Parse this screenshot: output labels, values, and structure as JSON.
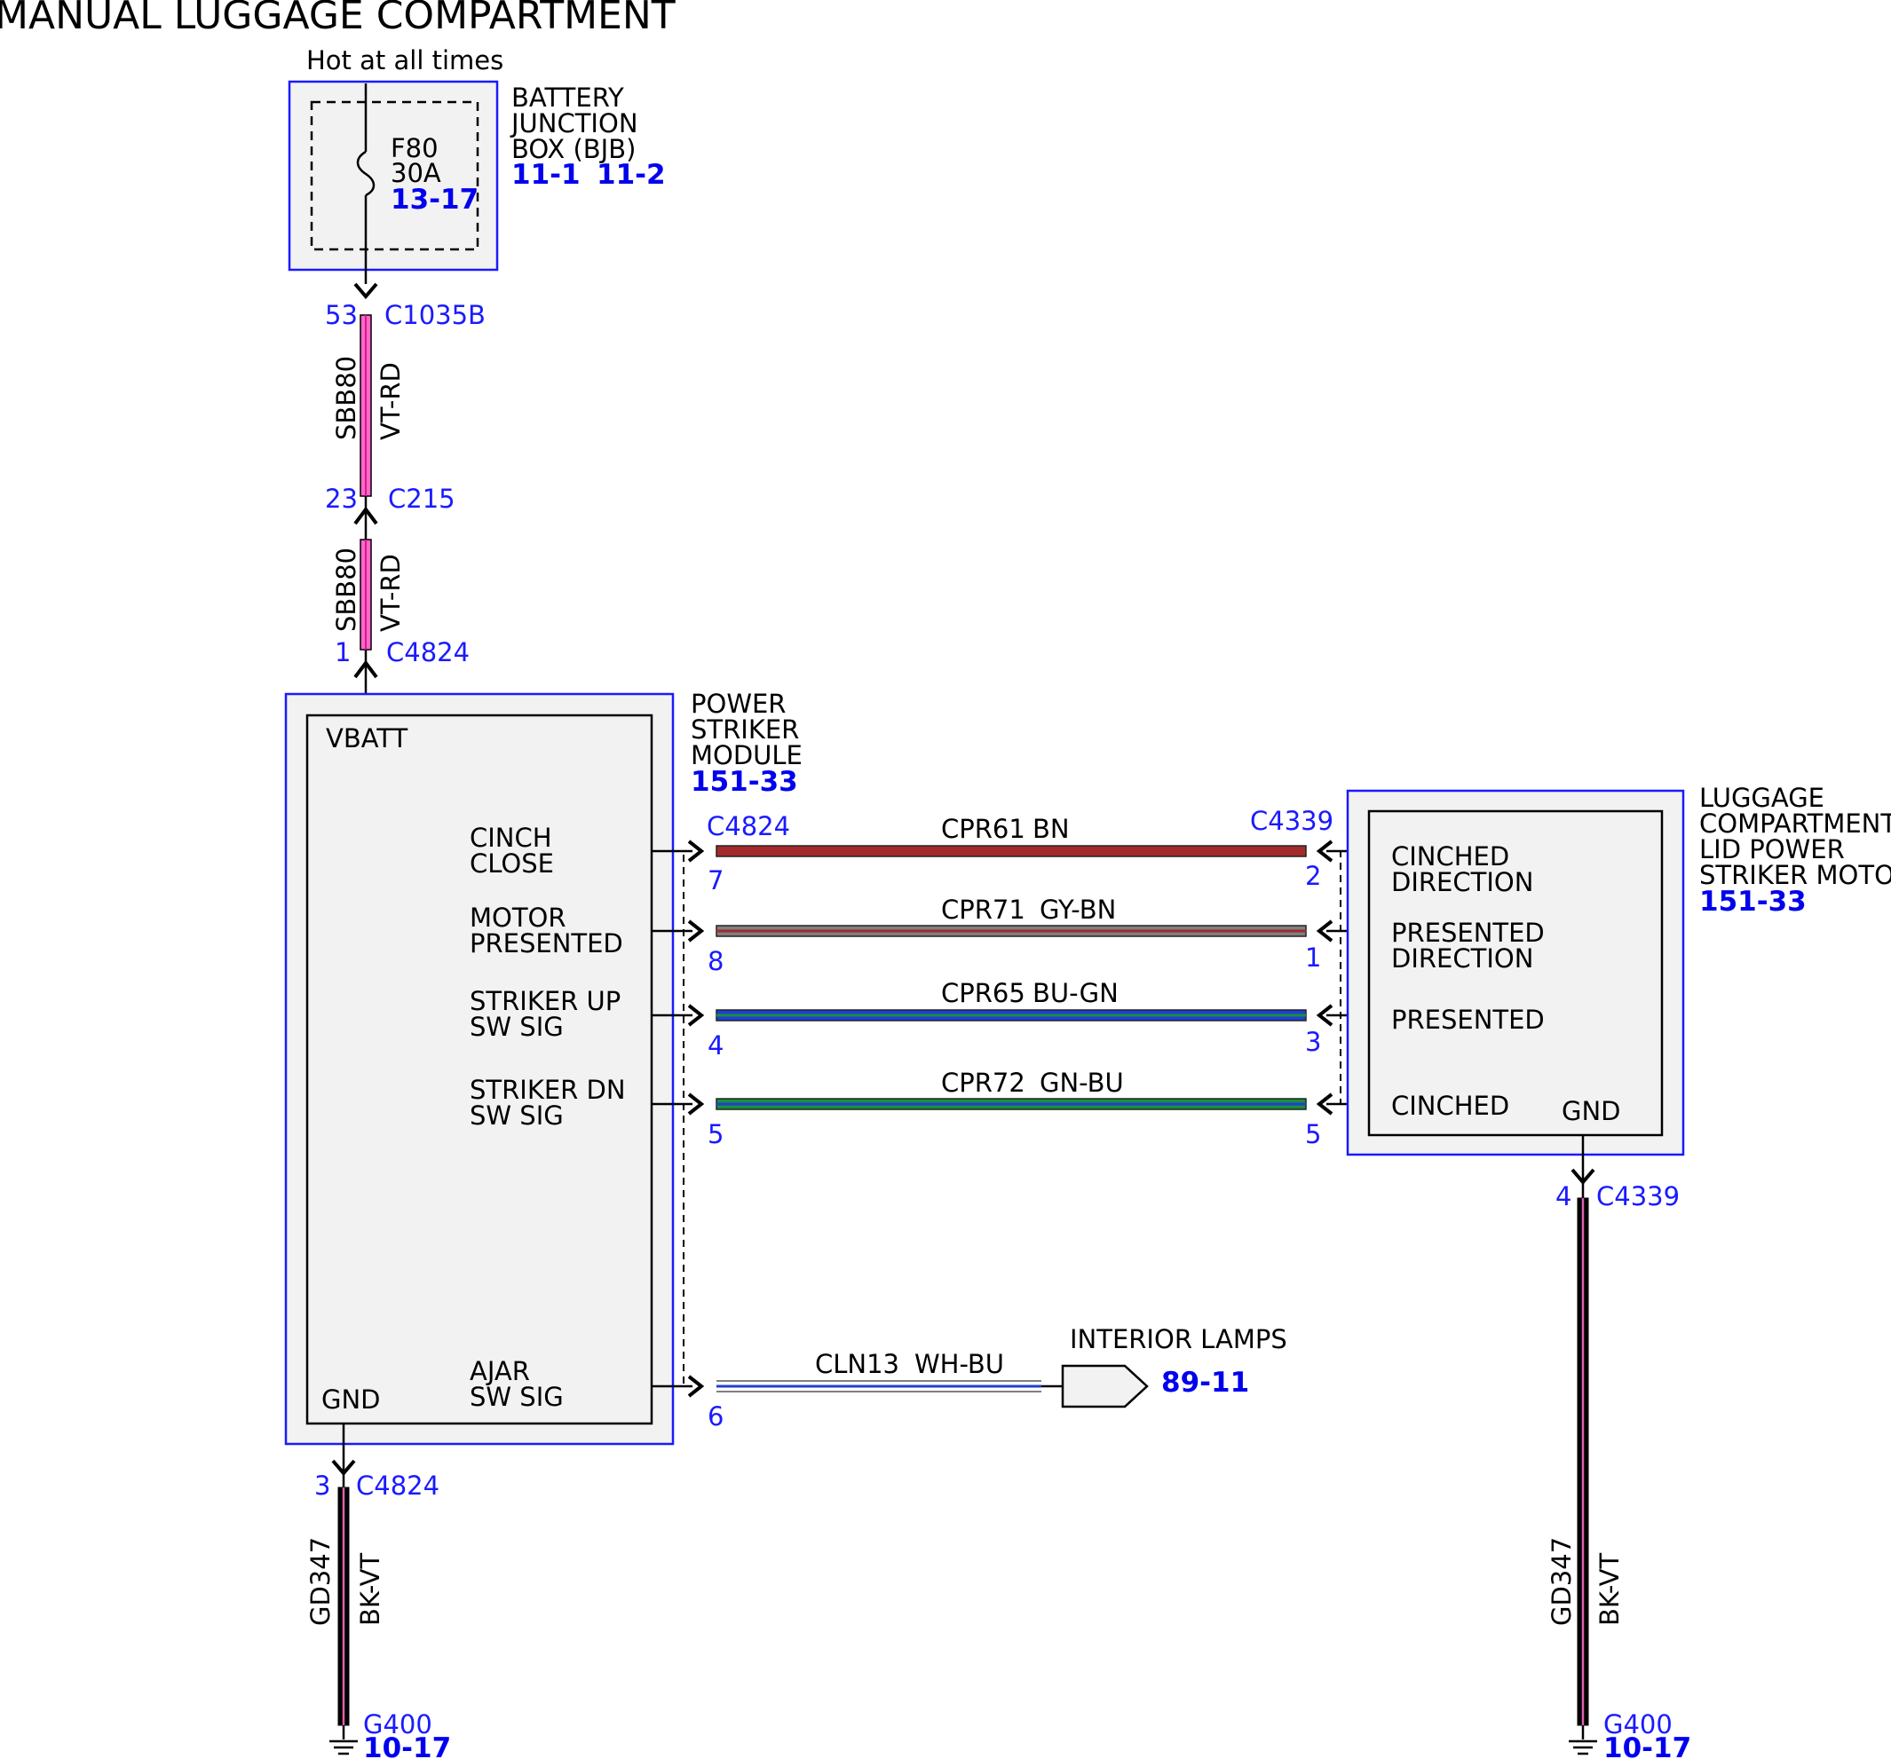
{
  "title": "MANUAL LUGGAGE COMPARTMENT",
  "colors": {
    "outline": "#1a1aff",
    "module_fill": "#f2f2f2",
    "ref_blue": "#0000ee",
    "vt_rd": "#ff66cc",
    "bn": "#a52a2a",
    "gy_bn": "#808080",
    "bu_gn": "#1f3fd6",
    "gn_bu": "#1a8f3a",
    "bk_vt": "#000000"
  },
  "power": {
    "hot_label": "Hot at all times",
    "fuse": {
      "name": "F80",
      "rating": "30A",
      "ref": "13-17"
    },
    "bjb": {
      "line1": "BATTERY",
      "line2": "JUNCTION",
      "line3": "BOX (BJB)",
      "ref1": "11-1",
      "ref2": "11-2"
    }
  },
  "feed": {
    "c1035b": {
      "pin": "53",
      "name": "C1035B"
    },
    "c215": {
      "pin": "23",
      "name": "C215"
    },
    "c4824_top": {
      "pin": "1",
      "name": "C4824"
    },
    "wire": {
      "circuit": "SBB80",
      "color": "VT-RD"
    }
  },
  "module": {
    "name1": "POWER",
    "name2": "STRIKER",
    "name3": "MODULE",
    "ref": "151-33",
    "vbatt": "VBATT",
    "gnd": "GND",
    "connector": "C4824",
    "signals": [
      {
        "l1": "CINCH",
        "l2": "CLOSE",
        "pin": "7"
      },
      {
        "l1": "MOTOR",
        "l2": "PRESENTED",
        "pin": "8"
      },
      {
        "l1": "STRIKER UP",
        "l2": "SW SIG",
        "pin": "4"
      },
      {
        "l1": "STRIKER DN",
        "l2": "SW SIG",
        "pin": "5"
      },
      {
        "l1": "AJAR",
        "l2": "SW SIG",
        "pin": "6"
      }
    ]
  },
  "wires": [
    {
      "circuit": "CPR61",
      "color": "BN"
    },
    {
      "circuit": "CPR71",
      "color": "GY-BN"
    },
    {
      "circuit": "CPR65",
      "color": "BU-GN"
    },
    {
      "circuit": "CPR72",
      "color": "GN-BU"
    },
    {
      "circuit": "CLN13",
      "color": "WH-BU"
    }
  ],
  "motor": {
    "name1": "LUGGAGE",
    "name2": "COMPARTMENT",
    "name3": "LID POWER",
    "name4": "STRIKER MOTOR",
    "ref": "151-33",
    "connector": "C4339",
    "gnd": "GND",
    "pins": [
      {
        "l1": "CINCHED",
        "l2": "DIRECTION",
        "pin": "2"
      },
      {
        "l1": "PRESENTED",
        "l2": "DIRECTION",
        "pin": "1"
      },
      {
        "l1": "PRESENTED",
        "l2": "",
        "pin": "3"
      },
      {
        "l1": "CINCHED",
        "l2": "",
        "pin": "5"
      }
    ],
    "gnd_pin": "4"
  },
  "interior_lamps": {
    "label": "INTERIOR LAMPS",
    "ref": "89-11"
  },
  "grounds": [
    {
      "pin": "3",
      "connector": "C4824",
      "circuit": "GD347",
      "color": "BK-VT",
      "point": "G400",
      "ref": "10-17"
    },
    {
      "pin": "4",
      "connector": "C4339",
      "circuit": "GD347",
      "color": "BK-VT",
      "point": "G400",
      "ref": "10-17"
    }
  ]
}
